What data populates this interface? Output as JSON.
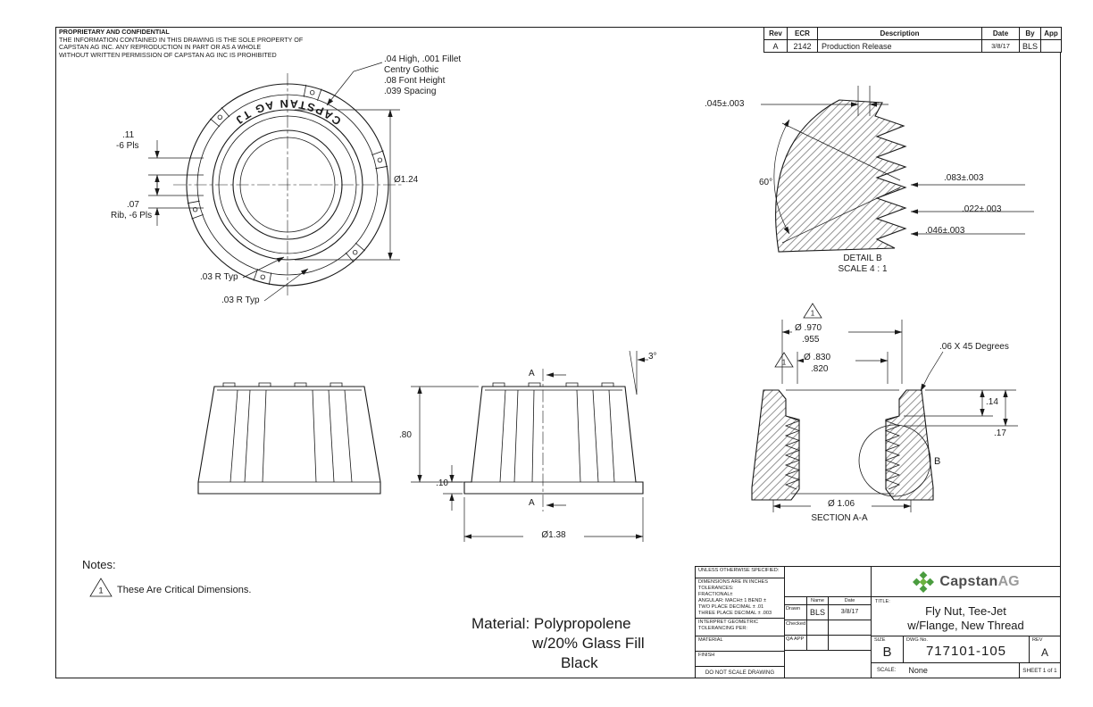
{
  "proprietary": {
    "title": "PROPRIETARY AND CONFIDENTIAL",
    "body": "THE INFORMATION CONTAINED IN THIS DRAWING IS THE SOLE PROPERTY OF\nCAPSTAN AG INC. ANY REPRODUCTION IN PART OR AS A WHOLE\nWITHOUT WRITTEN PERMISSION OF CAPSTAN AG INC IS PROHIBITED"
  },
  "revision_table": {
    "headers": [
      "Rev",
      "ECR",
      "Description",
      "Date",
      "By",
      "App"
    ],
    "row": {
      "rev": "A",
      "ecr": "2142",
      "description": "Production Release",
      "date": "3/8/17",
      "by": "BLS",
      "app": ""
    }
  },
  "top_view": {
    "engraving": "CAPSTAN AG TJ",
    "callout": ".04 High, .001 Fillet\nCentry Gothic\n.08 Font Height\n.039 Spacing",
    "dim_rib_height": ".11",
    "dim_rib_height_qty": "-6 Pls",
    "dim_rib_width": ".07",
    "dim_rib_width_qty": "Rib, -6 Pls",
    "dim_outer_dia": "Ø1.24",
    "dim_radius_1": ".03 R Typ",
    "dim_radius_2": ".03 R Typ"
  },
  "detail_b": {
    "dim_crest": ".045±.003",
    "dim_angle": "60°",
    "dim_pitch": ".083±.003",
    "dim_flat": ".022±.003",
    "dim_root": ".046±.003",
    "label": "DETAIL B",
    "scale": "SCALE 4 : 1"
  },
  "front_view": {
    "section_letter_top": "A",
    "section_letter_bottom": "A",
    "dim_draft_angle": "3°",
    "dim_height": ".80",
    "dim_flange_thickness": ".10",
    "dim_flange_dia": "Ø1.38"
  },
  "section_view": {
    "flag_1": "1",
    "flag_2": "1",
    "dim_bore_dia_upper": "Ø .970",
    "dim_bore_dia_lower": ".955",
    "dim_thread_dia_upper": "Ø .830",
    "dim_thread_dia_lower": ".820",
    "dim_chamfer": ".06 X 45 Degrees",
    "dim_depth_1": ".14",
    "dim_depth_2": ".17",
    "detail_circle_letter": "B",
    "dim_thread_od": "Ø 1.06",
    "label": "SECTION A-A"
  },
  "notes": {
    "title": "Notes:",
    "flag": "1",
    "note_1": "These Are Critical Dimensions."
  },
  "material_note": {
    "line_1": "Material: Polypropolene",
    "line_2": "w/20% Glass Fill",
    "line_3": "Black"
  },
  "title_block": {
    "unless": "UNLESS OTHERWISE SPECIFIED:",
    "tolerance_lines": [
      "DIMENSIONS ARE IN INCHES",
      "TOLERANCES:",
      "FRACTIONAL±",
      "ANGULAR: MACH± 1 BEND ±",
      "TWO PLACE DECIMAL ± .01",
      "THREE PLACE DECIMAL ± .003"
    ],
    "interpret": "INTERPRET GEOMETRIC\nTOLERANCING PER:",
    "material_label": "MATERIAL",
    "finish_label": "FINISH",
    "do_not_scale": "DO NOT SCALE DRAWING",
    "name_header": "Name",
    "date_header": "Date",
    "drawn_label": "Drawn",
    "drawn_name": "BLS",
    "drawn_date": "3/8/17",
    "checked_label": "Checked",
    "qa_label": "QA APP",
    "brand_primary": "Capstan",
    "brand_secondary": "AG",
    "title_label": "TITLE:",
    "title_line_1": "Fly Nut, Tee-Jet",
    "title_line_2": "w/Flange, New Thread",
    "size_label": "SIZE",
    "size_value": "B",
    "dwg_label": "DWG No.",
    "dwg_number": "717101-105",
    "rev_label": "REV",
    "rev_value": "A",
    "scale_label": "SCALE:",
    "scale_value": "None",
    "sheet_label": "SHEET 1 of 1"
  },
  "colors": {
    "line": "#1a1a1a",
    "logo_green": "#4a9c3f"
  }
}
